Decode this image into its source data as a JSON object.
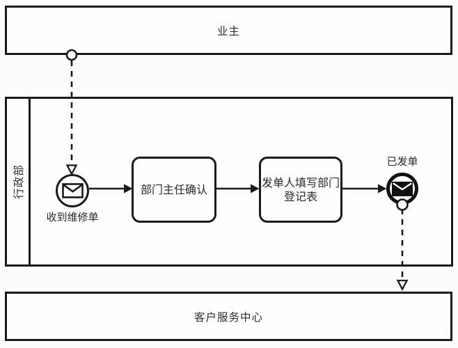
{
  "diagram_type": "bpmn-swimlane-flow",
  "pools": {
    "owner": {
      "label": "业主"
    },
    "admin": {
      "label": "行政部"
    },
    "service": {
      "label": "客户服务中心"
    }
  },
  "nodes": {
    "start_event": {
      "type": "message-start-event",
      "label": "收到维修单",
      "icon": "envelope-outline-icon"
    },
    "task1": {
      "type": "task",
      "label": "部门主任确认"
    },
    "task2": {
      "type": "task",
      "label": "发单人填写部门登记表",
      "lines": [
        "发单人填写部门",
        "登记表"
      ]
    },
    "end_event": {
      "type": "message-end-event",
      "label": "已发单",
      "icon": "envelope-filled-icon"
    }
  },
  "flows": {
    "sequence": [
      {
        "from": "message-start-event",
        "to": "task-department-head-confirm"
      },
      {
        "from": "task-department-head-confirm",
        "to": "task-fill-registration-form"
      },
      {
        "from": "task-fill-registration-form",
        "to": "message-end-event"
      }
    ],
    "message": [
      {
        "from": "pool-owner",
        "to": "message-start-event",
        "style": "dashed"
      },
      {
        "from": "message-end-event",
        "to": "pool-service",
        "style": "dashed"
      }
    ]
  },
  "colors": {
    "line": "#1a1a1a",
    "background": "#fcfcfc"
  }
}
